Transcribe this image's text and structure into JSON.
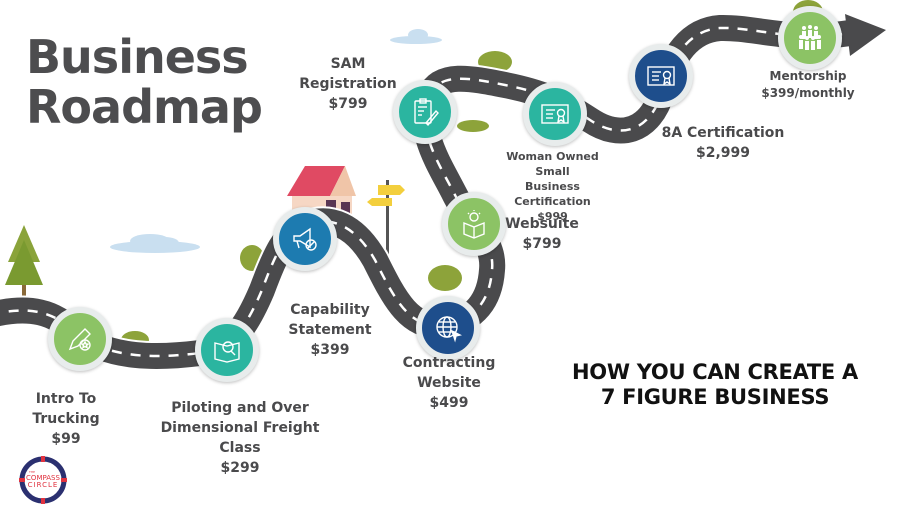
{
  "title": {
    "line1": "Business",
    "line2": "Roadmap"
  },
  "headline": {
    "line1": "HOW YOU CAN CREATE A",
    "line2": "7 FIGURE BUSINESS"
  },
  "colors": {
    "road": "#4a4a4c",
    "teal": "#2bb5a0",
    "green": "#8cc365",
    "blue": "#1d7bb0",
    "navy": "#1e4e8c",
    "title": "#4d4d4f",
    "label": "#4a4a4c"
  },
  "milestones": [
    {
      "name": "Intro To Trucking",
      "price": "$99",
      "icon": "pencil-star-icon",
      "color": "green"
    },
    {
      "name": "Piloting and Over Dimensional Freight Class",
      "name_line1": "Piloting and Over",
      "name_line2": "Dimensional Freight Class",
      "price": "$299",
      "icon": "book-search-icon",
      "color": "teal"
    },
    {
      "name": "Capability Statement",
      "name_line1": "Capability",
      "name_line2": "Statement",
      "price": "$399",
      "icon": "megaphone-icon",
      "color": "blue"
    },
    {
      "name": "Contracting Website",
      "name_line1": "Contracting",
      "name_line2": "Website",
      "price": "$499",
      "icon": "globe-cursor-icon",
      "color": "navy"
    },
    {
      "name": "Websuite",
      "price": "$799",
      "icon": "box-lightbulb-icon",
      "color": "green"
    },
    {
      "name": "SAM Registration",
      "name_line1": "SAM",
      "name_line2": "Registration",
      "price": "$799",
      "icon": "clipboard-pen-icon",
      "color": "teal"
    },
    {
      "name": "Woman Owned Small Business Certification",
      "name_line1": "Woman Owned Small",
      "name_line2": "Business Certification",
      "price": "$999",
      "icon": "certificate-icon",
      "color": "teal"
    },
    {
      "name": "8A Certification",
      "price": "$2,999",
      "icon": "certificate-icon",
      "color": "navy"
    },
    {
      "name": "Mentorship",
      "price": "$399/monthly",
      "icon": "people-group-icon",
      "color": "green"
    }
  ],
  "logo": {
    "small": "THE",
    "line1": "COMPASS",
    "line2": "CIRCLE"
  }
}
